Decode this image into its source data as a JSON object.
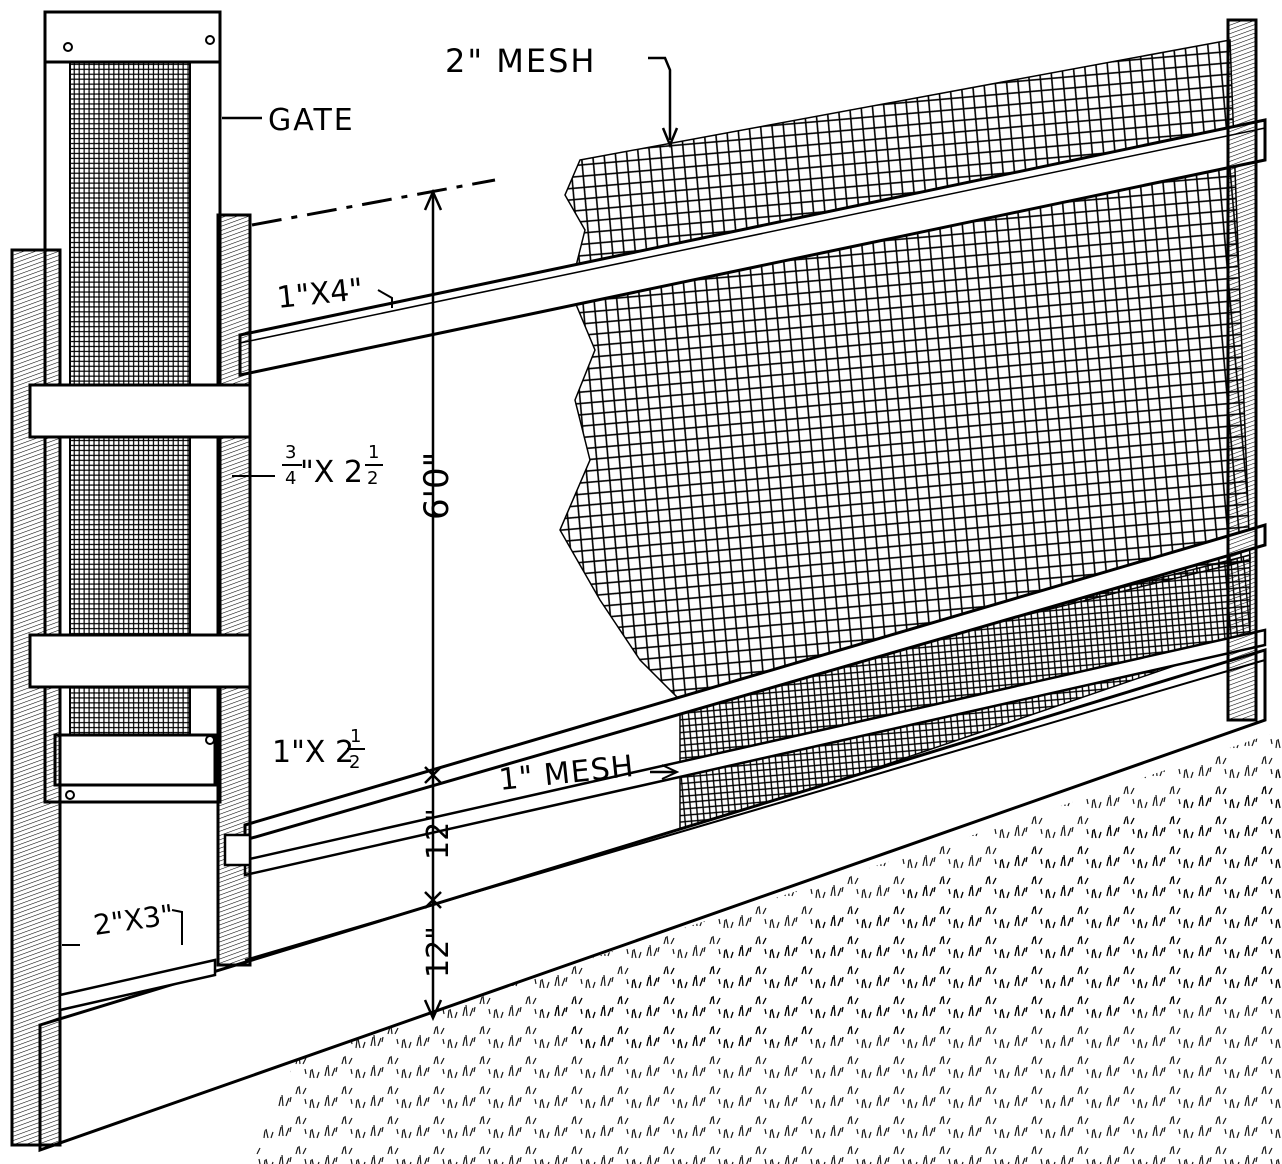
{
  "labels": {
    "mesh_top": "2\" MESH",
    "gate": "GATE",
    "board_1x4": "1\"X4\"",
    "stile_frac_num": "3",
    "stile_frac_den": "4",
    "stile_rest": "\"X 2",
    "stile_half_num": "1",
    "stile_half_den": "2",
    "height_main": "6'0\"",
    "board_1x2_prefix": "1\"X 2",
    "board_1x2_half_num": "1",
    "board_1x2_half_den": "2",
    "mesh_bottom": "1\" MESH",
    "dim_upper_12": "12\"",
    "dim_lower_12": "12\"",
    "post_2x3": "2\"X3\""
  },
  "colors": {
    "ink": "#000000",
    "paper": "#ffffff"
  }
}
